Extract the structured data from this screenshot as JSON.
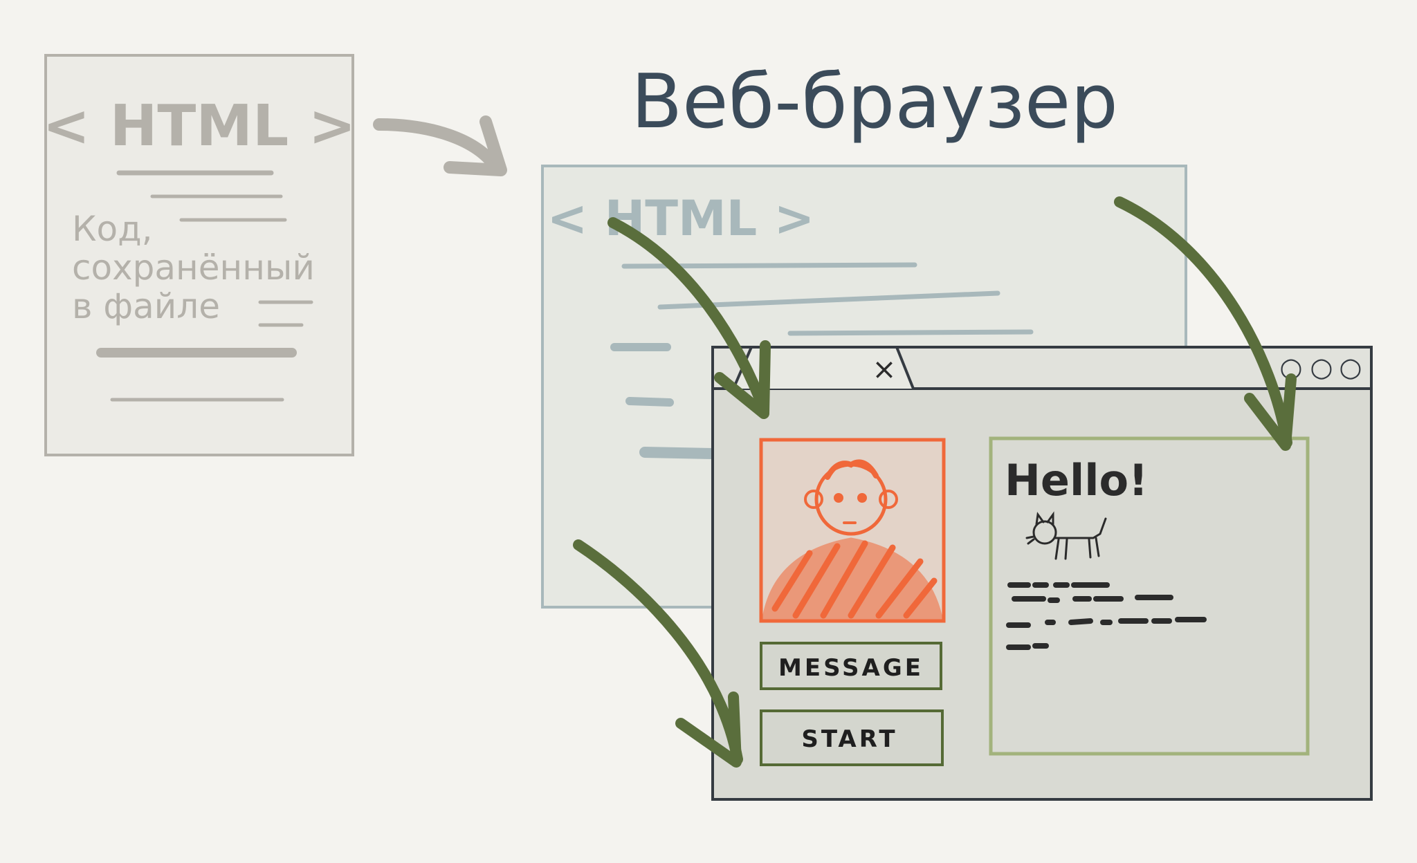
{
  "colors": {
    "background": "#f4f3ef",
    "file_doc": "#b4b1aa",
    "browser_source": "#a8b8bb",
    "arrow_green": "#5a6e3c",
    "title_navy": "#3b4b5a",
    "photo_orange": "#f0683a",
    "content_green": "#a2b37c",
    "ink": "#2b2b2b"
  },
  "file_doc": {
    "tag": "< HTML >",
    "caption": [
      "Код,",
      "сохранённый",
      "в файле"
    ]
  },
  "title": "Веб-браузер",
  "browser_source": {
    "tag": "< HTML >"
  },
  "rendered_page": {
    "tab_close": "×",
    "window_controls": [
      "○",
      "○",
      "○"
    ],
    "buttons": {
      "message": "MESSAGE",
      "start": "START"
    },
    "content": {
      "heading": "Hello!"
    }
  },
  "icons": [
    "arrow-icon",
    "cat-icon",
    "person-icon",
    "close-icon",
    "window-control-icon"
  ]
}
